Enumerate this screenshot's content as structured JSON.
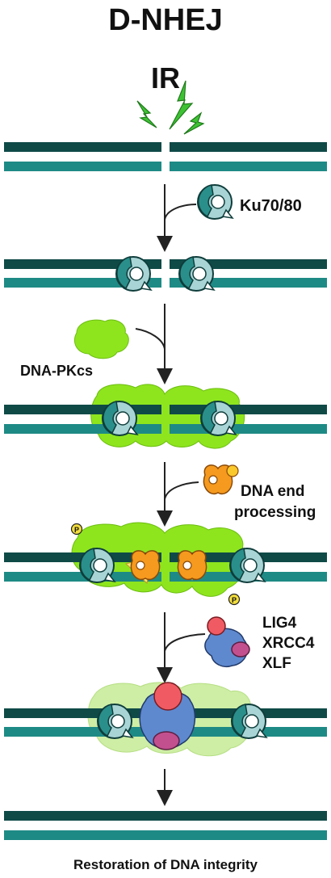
{
  "title": "D-NHEJ",
  "trigger": "IR",
  "labels": {
    "ku": "Ku70/80",
    "dnapkcs": "DNA-PKcs",
    "end_processing_1": "DNA end",
    "end_processing_2": "processing",
    "lig4": "LIG4",
    "xrcc4": "XRCC4",
    "xlf": "XLF",
    "phospho": "P",
    "restoration": "Restoration of DNA integrity"
  },
  "colors": {
    "dna_dark": "#0f4a47",
    "dna_light": "#1e8a85",
    "ku_fill": "#a9d4d6",
    "ku_inner": "#2a8f8a",
    "dnapkcs": "#8ee51e",
    "dnapkcs_faded": "#cdeea4",
    "processing_orange": "#f59a1e",
    "processing_yellow": "#f9e27a",
    "lig4_red": "#f05b63",
    "xrcc4_blue": "#5e89cf",
    "xlf_pink": "#c2508f",
    "lightning": "#3ec234",
    "arrow": "#222222"
  }
}
